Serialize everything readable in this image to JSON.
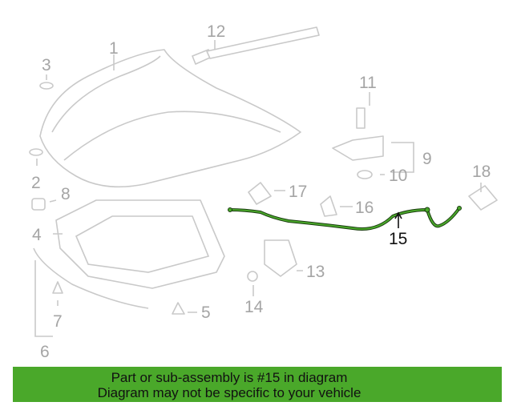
{
  "diagram": {
    "highlight_color": "#4aa82a",
    "callouts": {
      "p1": "1",
      "p2": "2",
      "p3": "3",
      "p4": "4",
      "p5": "5",
      "p6": "6",
      "p7": "7",
      "p8": "8",
      "p9": "9",
      "p10": "10",
      "p11": "11",
      "p12": "12",
      "p13": "13",
      "p14": "14",
      "p15": "15",
      "p16": "16",
      "p17": "17",
      "p18": "18"
    }
  },
  "banner": {
    "line1": "Part or sub-assembly is #15 in diagram",
    "line2": "Diagram may not be specific to your vehicle"
  }
}
